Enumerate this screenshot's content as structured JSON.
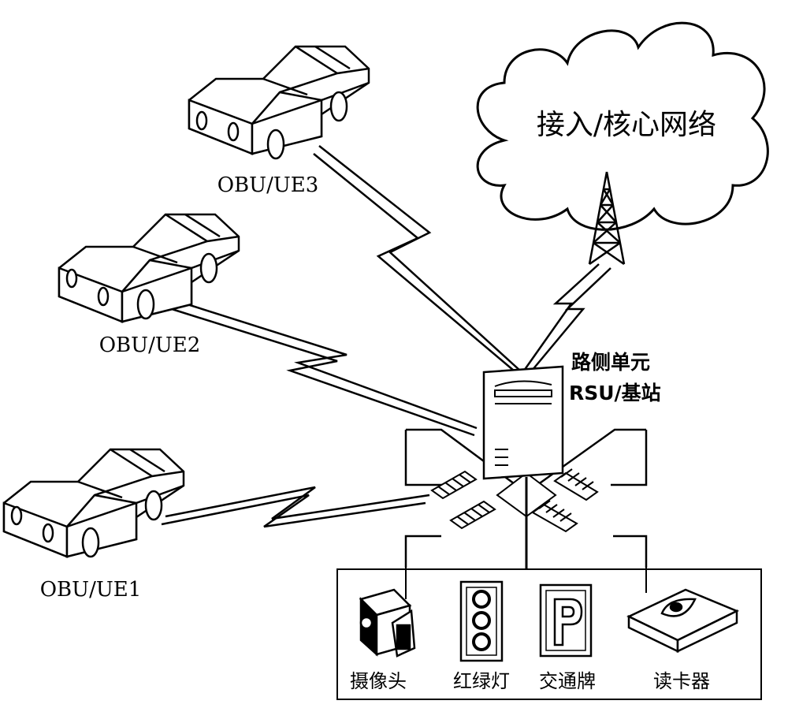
{
  "network": {
    "cloud_label": "接入/核心网络"
  },
  "vehicles": [
    {
      "label": "OBU/UE3"
    },
    {
      "label": "OBU/UE2"
    },
    {
      "label": "OBU/UE1"
    }
  ],
  "rsu": {
    "label_line1": "路侧单元",
    "label_line2": "RSU/基站"
  },
  "devices": [
    {
      "label": "摄像头",
      "icon": "camera-icon"
    },
    {
      "label": "红绿灯",
      "icon": "traffic-light-icon"
    },
    {
      "label": "交通牌",
      "icon": "parking-sign-icon"
    },
    {
      "label": "读卡器",
      "icon": "card-reader-icon"
    }
  ]
}
